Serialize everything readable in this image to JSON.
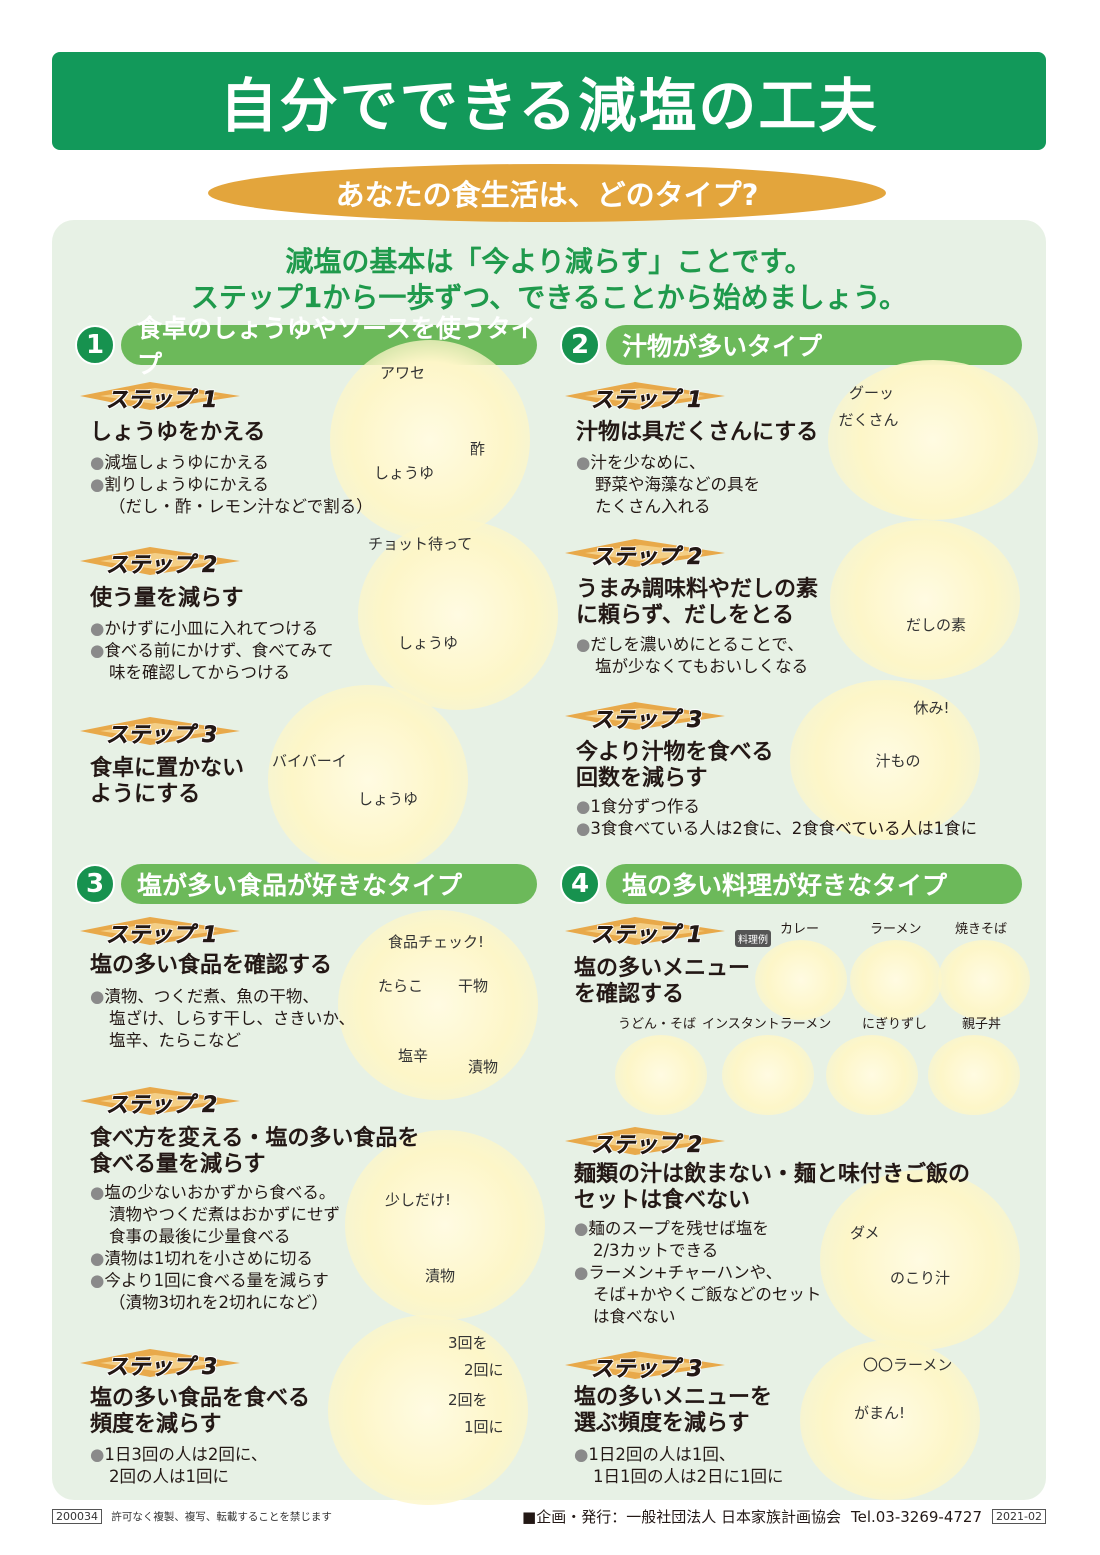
{
  "title": "自分でできる減塩の工夫",
  "subtitle": "あなたの食生活は、どのタイプ?",
  "intro": [
    "減塩の基本は「今より減らす」ことです。",
    "ステップ1から一歩ずつ、できることから始めましょう。"
  ],
  "colors": {
    "title_green": "#12995a",
    "subtitle_orange": "#e3a53c",
    "section_green": "#6cb95a",
    "intro_green": "#1f9a4c",
    "panel": "#e7f1e5"
  },
  "step_label": "ステップ",
  "sections": [
    {
      "number": "1",
      "title": "食卓のしょうゆやソースを使うタイプ",
      "steps": [
        {
          "n": "1",
          "heading": [
            "しょうゆをかえる"
          ],
          "bullets": [
            [
              "減塩しょうゆにかえる"
            ],
            [
              "割りしょうゆにかえる",
              "（だし・酢・レモン汁などで割る）"
            ]
          ],
          "captions": [
            "アワセ",
            "しょうゆ",
            "酢"
          ]
        },
        {
          "n": "2",
          "heading": [
            "使う量を減らす"
          ],
          "bullets": [
            [
              "かけずに小皿に入れてつける"
            ],
            [
              "食べる前にかけず、食べてみて",
              "味を確認してからつける"
            ]
          ],
          "captions": [
            "チョット待って",
            "しょうゆ"
          ]
        },
        {
          "n": "3",
          "heading": [
            "食卓に置かない",
            "ようにする"
          ],
          "bullets": [],
          "captions": [
            "バイバーイ",
            "しょうゆ"
          ]
        }
      ]
    },
    {
      "number": "2",
      "title": "汁物が多いタイプ",
      "steps": [
        {
          "n": "1",
          "heading": [
            "汁物は具だくさんにする"
          ],
          "bullets": [
            [
              "汁を少なめに、",
              "野菜や海藻などの具を",
              "たくさん入れる"
            ]
          ],
          "captions": [
            "グーッ",
            "だくさん"
          ]
        },
        {
          "n": "2",
          "heading": [
            "うまみ調味料やだしの素",
            "に頼らず、だしをとる"
          ],
          "bullets": [
            [
              "だしを濃いめにとることで、",
              "塩が少なくてもおいしくなる"
            ]
          ],
          "captions": [
            "だしの素"
          ]
        },
        {
          "n": "3",
          "heading": [
            "今より汁物を食べる",
            "回数を減らす"
          ],
          "bullets": [
            [
              "1食分ずつ作る"
            ],
            [
              "3食食べている人は2食に、2食食べている人は1食に"
            ]
          ],
          "captions": [
            "休み!",
            "汁もの"
          ]
        }
      ]
    },
    {
      "number": "3",
      "title": "塩が多い食品が好きなタイプ",
      "steps": [
        {
          "n": "1",
          "heading": [
            "塩の多い食品を確認する"
          ],
          "bullets": [
            [
              "漬物、つくだ煮、魚の干物、",
              "塩ざけ、しらす干し、さきいか、",
              "塩辛、たらこなど"
            ]
          ],
          "captions": [
            "食品チェック!",
            "たらこ",
            "干物",
            "塩辛",
            "漬物"
          ]
        },
        {
          "n": "2",
          "heading": [
            "食べ方を変える・塩の多い食品を",
            "食べる量を減らす"
          ],
          "bullets": [
            [
              "塩の少ないおかずから食べる。",
              "漬物やつくだ煮はおかずにせず",
              "食事の最後に少量食べる"
            ],
            [
              "漬物は1切れを小さめに切る"
            ],
            [
              "今より1回に食べる量を減らす",
              "（漬物3切れを2切れになど）"
            ]
          ],
          "captions": [
            "少しだけ!",
            "漬物"
          ]
        },
        {
          "n": "3",
          "heading": [
            "塩の多い食品を食べる",
            "頻度を減らす"
          ],
          "bullets": [
            [
              "1日3回の人は2回に、",
              "2回の人は1回に"
            ]
          ],
          "captions": [
            "3回を",
            "2回に",
            "2回を",
            "1回に"
          ]
        }
      ]
    },
    {
      "number": "4",
      "title": "塩の多い料理が好きなタイプ",
      "steps": [
        {
          "n": "1",
          "heading": [
            "塩の多いメニュー",
            "を確認する"
          ],
          "bullets": [],
          "captions": [],
          "example_label": "料理例",
          "dishes": [
            "カレー",
            "ラーメン",
            "焼きそば",
            "うどん・そば",
            "インスタントラーメン",
            "にぎりずし",
            "親子丼"
          ]
        },
        {
          "n": "2",
          "heading": [
            "麺類の汁は飲まない・麺と味付きご飯の",
            "セットは食べない"
          ],
          "bullets": [
            [
              "麺のスープを残せば塩を",
              "2/3カットできる"
            ],
            [
              "ラーメン+チャーハンや、",
              "そば+かやくご飯などのセット",
              "は食べない"
            ]
          ],
          "captions": [
            "ダメ",
            "のこり汁"
          ]
        },
        {
          "n": "3",
          "heading": [
            "塩の多いメニューを",
            "選ぶ頻度を減らす"
          ],
          "bullets": [
            [
              "1日2回の人は1回、",
              "1日1回の人は2日に1回に"
            ]
          ],
          "captions": [
            "〇〇ラーメン",
            "がまん!"
          ]
        }
      ]
    }
  ],
  "footer": {
    "code": "200034",
    "notice": "許可なく複製、複写、転載することを禁じます",
    "publisher": "■企画・発行：一般社団法人 日本家族計画協会",
    "tel": "Tel.03-3269-4727",
    "date_code": "2021-02"
  }
}
